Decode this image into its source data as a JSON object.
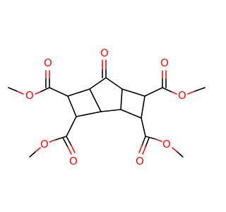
{
  "molecule": {
    "atom_labels": {
      "ketone_O": "O",
      "ester1_carbonyl_O": "O",
      "ester1_ether_O": "O",
      "ester2_carbonyl_O": "O",
      "ester2_ether_O": "O",
      "ester3_carbonyl_O": "O",
      "ester3_ether_O": "O",
      "ester4_carbonyl_O": "O",
      "ester4_ether_O": "O"
    },
    "colors": {
      "bond": "#000000",
      "oxygen": "#ff0d0d",
      "background": "#ffffff"
    }
  }
}
